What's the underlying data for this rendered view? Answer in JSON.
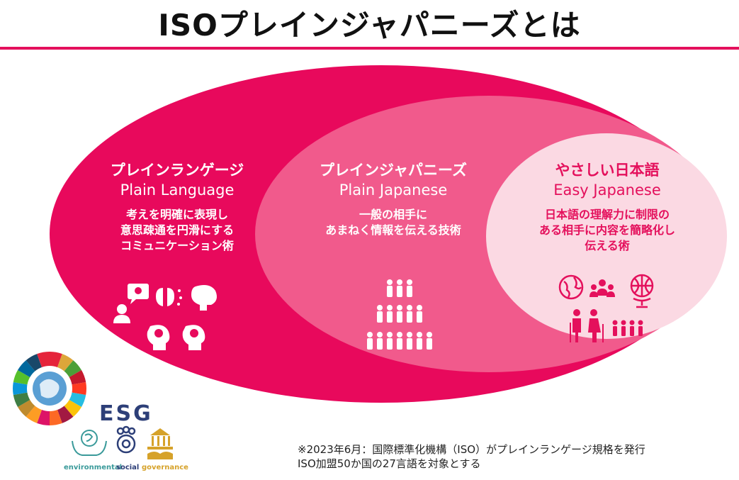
{
  "title": "ISOプレインジャパニーズとは",
  "sections": {
    "plain_language": {
      "jp": "プレインランゲージ",
      "en": "Plain Language",
      "desc": [
        "考えを明確に表現し",
        "意思疎通を円滑にする",
        "コミュニケーション術"
      ]
    },
    "plain_japanese": {
      "jp": "プレインジャパニーズ",
      "en": "Plain Japanese",
      "desc": [
        "一般の相手に",
        "あまねく情報を伝える技術"
      ]
    },
    "easy_japanese": {
      "jp": "やさしい日本語",
      "en": "Easy Japanese",
      "desc": [
        "日本語の理解力に制限の",
        "ある相手に内容を簡略化し",
        "伝える術"
      ]
    }
  },
  "esg": {
    "title": "ESG",
    "environmental": "environmental",
    "social": "social",
    "governance": "governance"
  },
  "note": {
    "line1": "※2023年6月：国際標準化機構（ISO）がプレインランゲージ規格を発行",
    "line2": "ISO加盟50か国の27言語を対象とする"
  },
  "colors": {
    "outer": "#e8095c",
    "middle": "#f15a8c",
    "inner": "#fbd9e3",
    "accent": "#e4105c"
  }
}
